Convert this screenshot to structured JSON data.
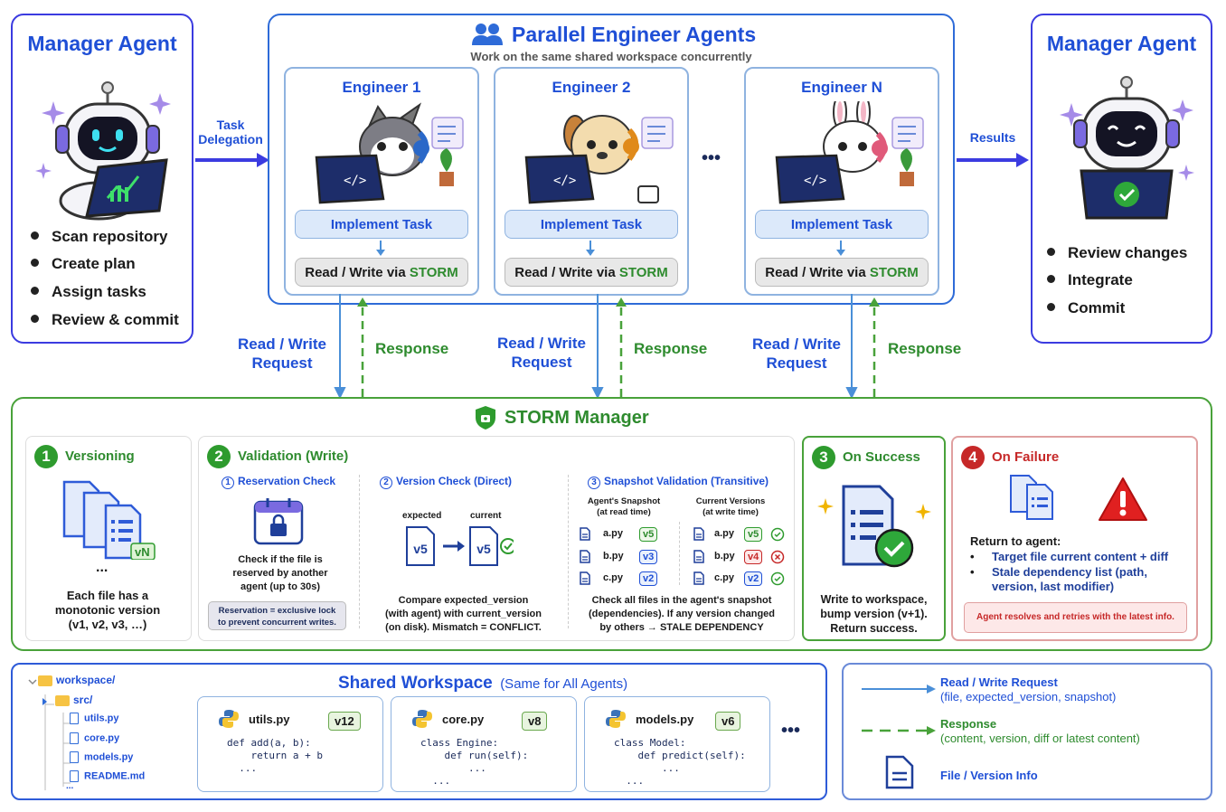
{
  "left_manager": {
    "title": "Manager Agent",
    "bullets": [
      "Scan repository",
      "Create plan",
      "Assign tasks",
      "Review & commit"
    ]
  },
  "right_manager": {
    "title": "Manager Agent",
    "bullets": [
      "Review changes",
      "Integrate",
      "Commit"
    ]
  },
  "task_delegation": "Task\nDelegation",
  "results": "Results",
  "engineers": {
    "title": "Parallel Engineer Agents",
    "subtitle": "Work on the same shared workspace concurrently",
    "list": [
      {
        "name": "Engineer 1",
        "task": "Implement Task",
        "rw_prefix": "Read / Write via ",
        "rw_storm": "STORM"
      },
      {
        "name": "Engineer 2",
        "task": "Implement Task",
        "rw_prefix": "Read / Write via ",
        "rw_storm": "STORM"
      },
      {
        "name": "Engineer N",
        "task": "Implement Task",
        "rw_prefix": "Read / Write via ",
        "rw_storm": "STORM"
      }
    ],
    "ellipsis": "•••"
  },
  "links": {
    "request": "Read / Write\nRequest",
    "response": "Response"
  },
  "storm": {
    "title": "STORM Manager",
    "versioning": {
      "num": "1",
      "title": "Versioning",
      "badge": "vN",
      "dots": "...",
      "desc": "Each file has a\nmonotonic version\n(v1, v2, v3, …)"
    },
    "validation": {
      "num": "2",
      "title": "Validation (Write)",
      "reservation": {
        "num": "1",
        "title": "Reservation Check",
        "desc": "Check if the file is\nreserved by another\nagent (up to 30s)",
        "note": "Reservation = exclusive lock\nto prevent concurrent writes."
      },
      "version": {
        "num": "2",
        "title": "Version Check (Direct)",
        "expected_label": "expected",
        "current_label": "current",
        "expected": "v5",
        "current": "v5",
        "desc": "Compare expected_version\n(with agent) with current_version\n(on disk). Mismatch = CONFLICT."
      },
      "snapshot": {
        "num": "3",
        "title": "Snapshot Validation (Transitive)",
        "col1": "Agent's Snapshot\n(at read time)",
        "col2": "Current Versions\n(at write time)",
        "rows": [
          {
            "file": "a.py",
            "snap": "v5",
            "cur": "v5",
            "status": "ok"
          },
          {
            "file": "b.py",
            "snap": "v3",
            "cur": "v4",
            "status": "fail"
          },
          {
            "file": "c.py",
            "snap": "v2",
            "cur": "v2",
            "status": "ok"
          }
        ],
        "desc": "Check all files in the agent's snapshot\n(dependencies). If any version changed\nby others → STALE DEPENDENCY"
      }
    },
    "success": {
      "num": "3",
      "title": "On Success",
      "desc": "Write to workspace,\nbump version (v+1).\nReturn success."
    },
    "failure": {
      "num": "4",
      "title": "On Failure",
      "return_label": "Return to agent:",
      "items": [
        "Target file current content + diff",
        "Stale dependency list (path,\nversion, last modifier)"
      ],
      "note": "Agent resolves and retries with the latest info."
    }
  },
  "workspace": {
    "title": "Shared Workspace",
    "subtitle": "(Same for All Agents)",
    "tree": [
      "workspace/",
      "src/",
      "utils.py",
      "core.py",
      "models.py",
      "README.md",
      "..."
    ],
    "files": [
      {
        "name": "utils.py",
        "version": "v12",
        "code": "def add(a, b):\n    return a + b\n  ..."
      },
      {
        "name": "core.py",
        "version": "v8",
        "code": "class Engine:\n    def run(self):\n        ...\n  ..."
      },
      {
        "name": "models.py",
        "version": "v6",
        "code": "class Model:\n    def predict(self):\n        ...\n  ..."
      }
    ],
    "ellipsis": "•••"
  },
  "legend": {
    "request": {
      "label": "Read / Write Request",
      "desc": "(file, expected_version, snapshot)"
    },
    "response": {
      "label": "Response",
      "desc": "(content, version, diff or latest content)"
    },
    "info": {
      "label": "File / Version Info"
    }
  },
  "colors": {
    "blue": "#1f4fd6",
    "green": "#2e9b2e",
    "red": "#c62828",
    "request_arrow": "#4a8fd8",
    "response_arrow": "#49a23a"
  }
}
